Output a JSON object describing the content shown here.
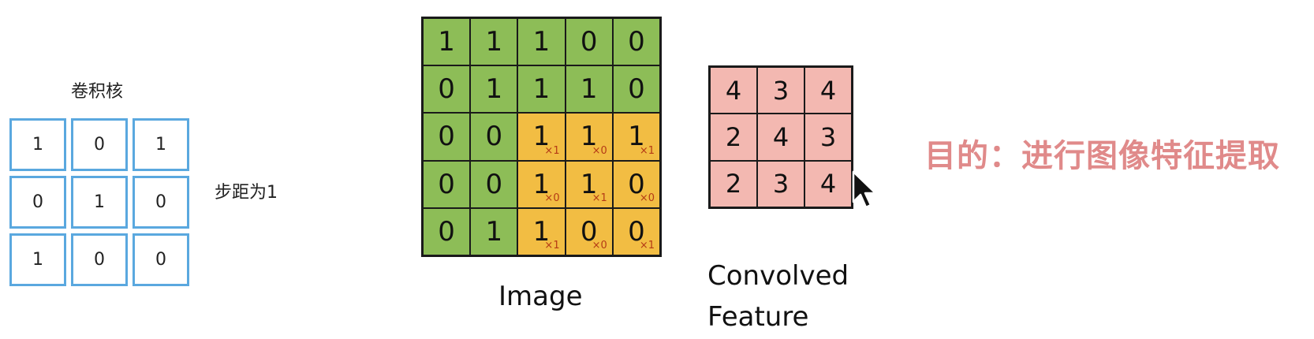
{
  "kernel": {
    "title": "卷积核",
    "rows": [
      [
        "1",
        "0",
        "1"
      ],
      [
        "0",
        "1",
        "0"
      ],
      [
        "1",
        "0",
        "0"
      ]
    ]
  },
  "stride_label": "步距为1",
  "image": {
    "label": "Image",
    "rows": [
      [
        {
          "v": "1",
          "c": "green",
          "w": ""
        },
        {
          "v": "1",
          "c": "green",
          "w": ""
        },
        {
          "v": "1",
          "c": "green",
          "w": ""
        },
        {
          "v": "0",
          "c": "green",
          "w": ""
        },
        {
          "v": "0",
          "c": "green",
          "w": ""
        }
      ],
      [
        {
          "v": "0",
          "c": "green",
          "w": ""
        },
        {
          "v": "1",
          "c": "green",
          "w": ""
        },
        {
          "v": "1",
          "c": "green",
          "w": ""
        },
        {
          "v": "1",
          "c": "green",
          "w": ""
        },
        {
          "v": "0",
          "c": "green",
          "w": ""
        }
      ],
      [
        {
          "v": "0",
          "c": "green",
          "w": ""
        },
        {
          "v": "0",
          "c": "green",
          "w": ""
        },
        {
          "v": "1",
          "c": "yellow",
          "w": "×1"
        },
        {
          "v": "1",
          "c": "yellow",
          "w": "×0"
        },
        {
          "v": "1",
          "c": "yellow",
          "w": "×1"
        }
      ],
      [
        {
          "v": "0",
          "c": "green",
          "w": ""
        },
        {
          "v": "0",
          "c": "green",
          "w": ""
        },
        {
          "v": "1",
          "c": "yellow",
          "w": "×0"
        },
        {
          "v": "1",
          "c": "yellow",
          "w": "×1"
        },
        {
          "v": "0",
          "c": "yellow",
          "w": "×0"
        }
      ],
      [
        {
          "v": "0",
          "c": "green",
          "w": ""
        },
        {
          "v": "1",
          "c": "green",
          "w": ""
        },
        {
          "v": "1",
          "c": "yellow",
          "w": "×1"
        },
        {
          "v": "0",
          "c": "yellow",
          "w": "×0"
        },
        {
          "v": "0",
          "c": "yellow",
          "w": "×1"
        }
      ]
    ]
  },
  "feature": {
    "label_line1": "Convolved",
    "label_line2": "Feature",
    "rows": [
      [
        "4",
        "3",
        "4"
      ],
      [
        "2",
        "4",
        "3"
      ],
      [
        "2",
        "3",
        "4"
      ]
    ]
  },
  "purpose_text": "目的：进行图像特征提取",
  "colors": {
    "kernel_border": "#5aa8df",
    "image_green": "#8dbd57",
    "image_yellow": "#f2bd43",
    "weight_red": "#b43a16",
    "feature_pink": "#f3b8b1",
    "purpose_text": "#e08a8a"
  },
  "icons": {
    "cursor": "mouse-pointer-icon"
  }
}
